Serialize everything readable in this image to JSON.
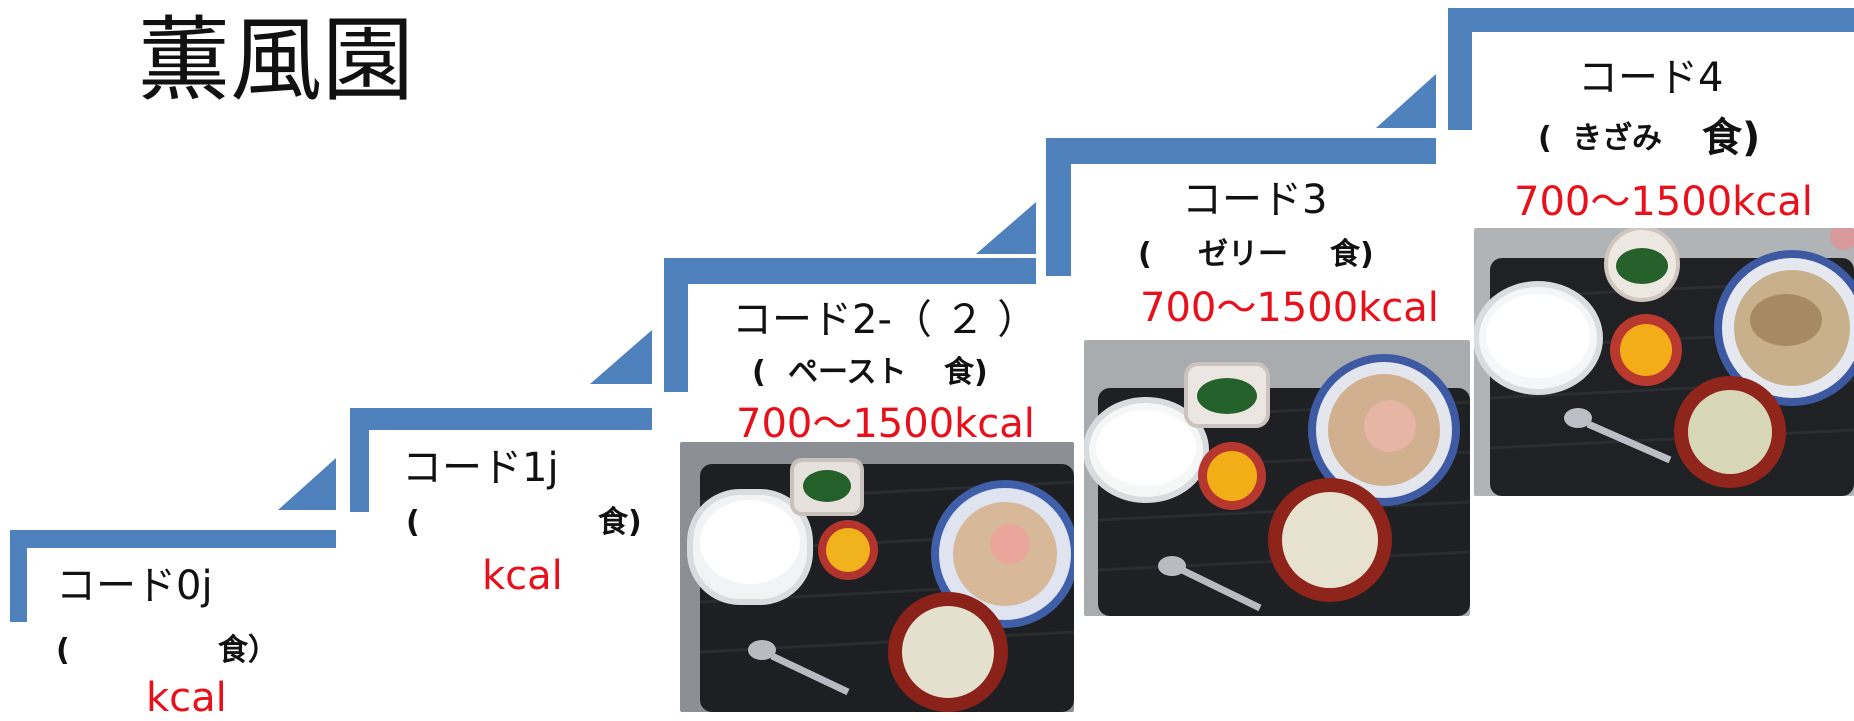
{
  "title": "薫風園",
  "colors": {
    "stair": "#4f81bd",
    "kcal": "#e8101a"
  },
  "steps": [
    {
      "code": "コード0j",
      "open": "(",
      "texture": "",
      "close": "食）",
      "kcal": "kcal"
    },
    {
      "code": "コード1j",
      "open": "(",
      "texture": "",
      "close": "食)",
      "kcal": "kcal"
    },
    {
      "code": "コード2-（ ２ ）",
      "open": "(",
      "texture": "ペースト",
      "close": "食)",
      "kcal": "700～1500kcal"
    },
    {
      "code": "コード3",
      "open": "(",
      "texture": "ゼリー",
      "close": "食)",
      "kcal": "700～1500kcal"
    },
    {
      "code": "コード4",
      "open": "(",
      "texture": "きざみ",
      "close": "食)",
      "kcal": "700～1500kcal"
    }
  ]
}
